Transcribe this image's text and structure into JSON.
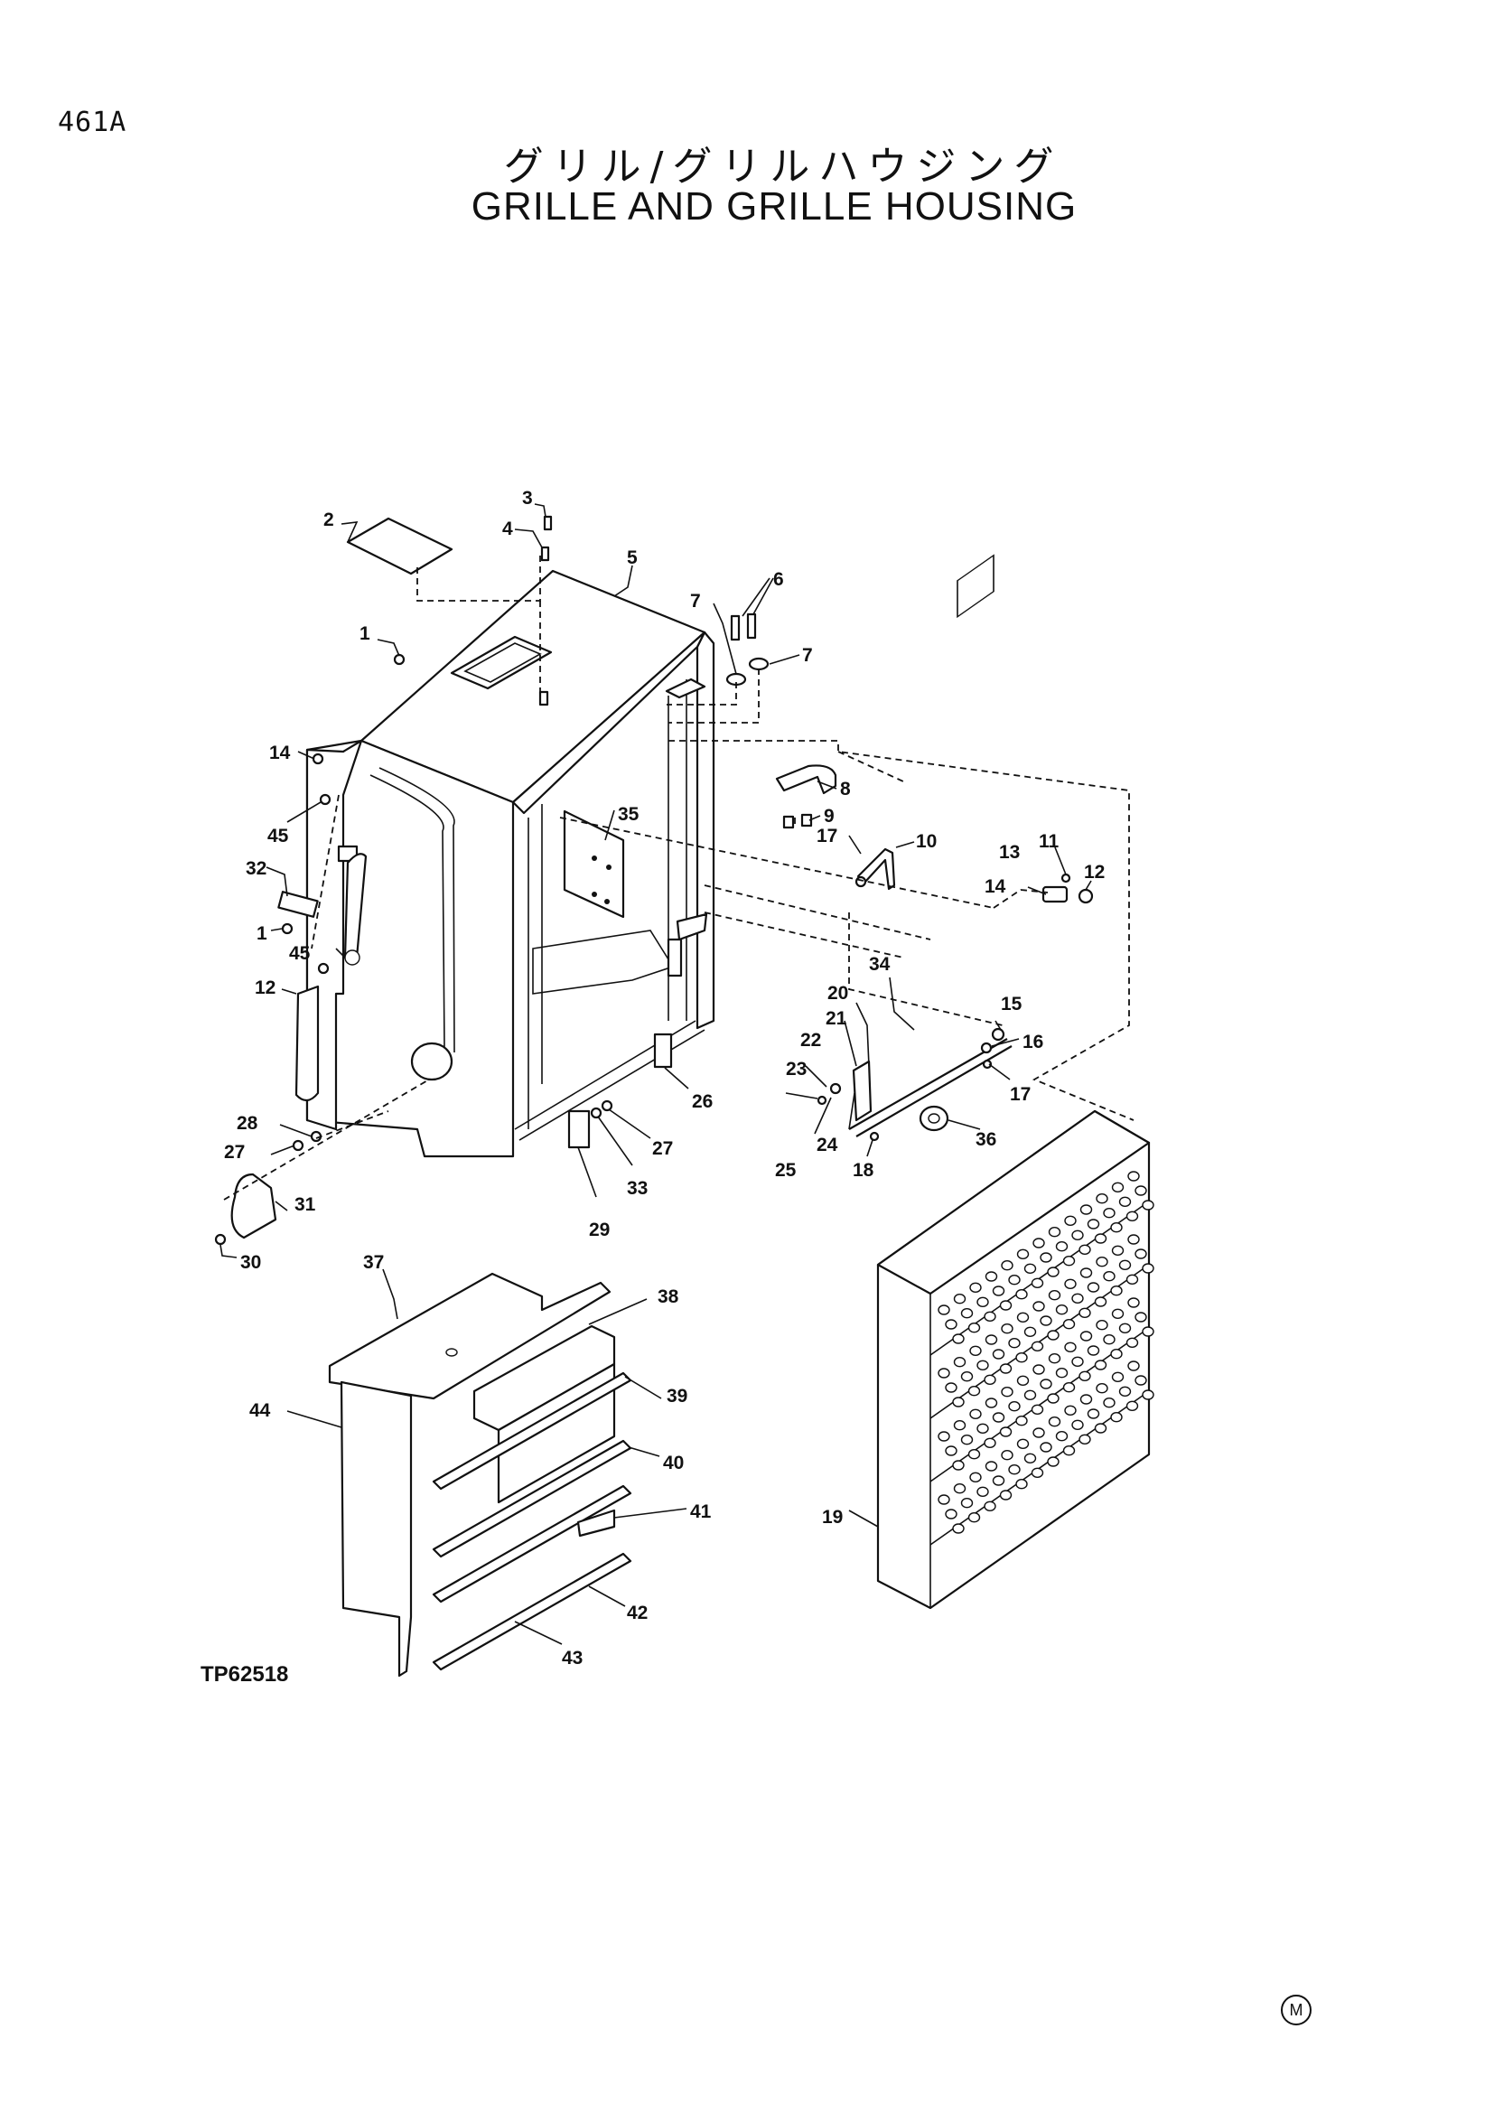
{
  "page_code": "461A",
  "title_jp": "グリル/グリルハウジング",
  "title_en": "GRILLE AND GRILLE HOUSING",
  "figure_code": "TP62518",
  "footer_mark": "M",
  "callouts": [
    {
      "id": "c1a",
      "text": "1"
    },
    {
      "id": "c1b",
      "text": "1"
    },
    {
      "id": "c2",
      "text": "2"
    },
    {
      "id": "c3",
      "text": "3"
    },
    {
      "id": "c4",
      "text": "4"
    },
    {
      "id": "c5",
      "text": "5"
    },
    {
      "id": "c6",
      "text": "6"
    },
    {
      "id": "c7a",
      "text": "7"
    },
    {
      "id": "c7b",
      "text": "7"
    },
    {
      "id": "c8",
      "text": "8"
    },
    {
      "id": "c9",
      "text": "9"
    },
    {
      "id": "c10",
      "text": "10"
    },
    {
      "id": "c11",
      "text": "11"
    },
    {
      "id": "c12a",
      "text": "12"
    },
    {
      "id": "c12b",
      "text": "12"
    },
    {
      "id": "c13",
      "text": "13"
    },
    {
      "id": "c14a",
      "text": "14"
    },
    {
      "id": "c14b",
      "text": "14"
    },
    {
      "id": "c15",
      "text": "15"
    },
    {
      "id": "c16",
      "text": "16"
    },
    {
      "id": "c17a",
      "text": "17"
    },
    {
      "id": "c17b",
      "text": "17"
    },
    {
      "id": "c18",
      "text": "18"
    },
    {
      "id": "c19",
      "text": "19"
    },
    {
      "id": "c20",
      "text": "20"
    },
    {
      "id": "c21",
      "text": "21"
    },
    {
      "id": "c22",
      "text": "22"
    },
    {
      "id": "c23",
      "text": "23"
    },
    {
      "id": "c24",
      "text": "24"
    },
    {
      "id": "c25",
      "text": "25"
    },
    {
      "id": "c26",
      "text": "26"
    },
    {
      "id": "c27a",
      "text": "27"
    },
    {
      "id": "c27b",
      "text": "27"
    },
    {
      "id": "c28",
      "text": "28"
    },
    {
      "id": "c29",
      "text": "29"
    },
    {
      "id": "c30",
      "text": "30"
    },
    {
      "id": "c31",
      "text": "31"
    },
    {
      "id": "c32",
      "text": "32"
    },
    {
      "id": "c33",
      "text": "33"
    },
    {
      "id": "c34",
      "text": "34"
    },
    {
      "id": "c35",
      "text": "35"
    },
    {
      "id": "c36",
      "text": "36"
    },
    {
      "id": "c37",
      "text": "37"
    },
    {
      "id": "c38",
      "text": "38"
    },
    {
      "id": "c39",
      "text": "39"
    },
    {
      "id": "c40",
      "text": "40"
    },
    {
      "id": "c41",
      "text": "41"
    },
    {
      "id": "c42",
      "text": "42"
    },
    {
      "id": "c43",
      "text": "43"
    },
    {
      "id": "c44",
      "text": "44"
    },
    {
      "id": "c45a",
      "text": "45"
    },
    {
      "id": "c45b",
      "text": "45"
    }
  ]
}
